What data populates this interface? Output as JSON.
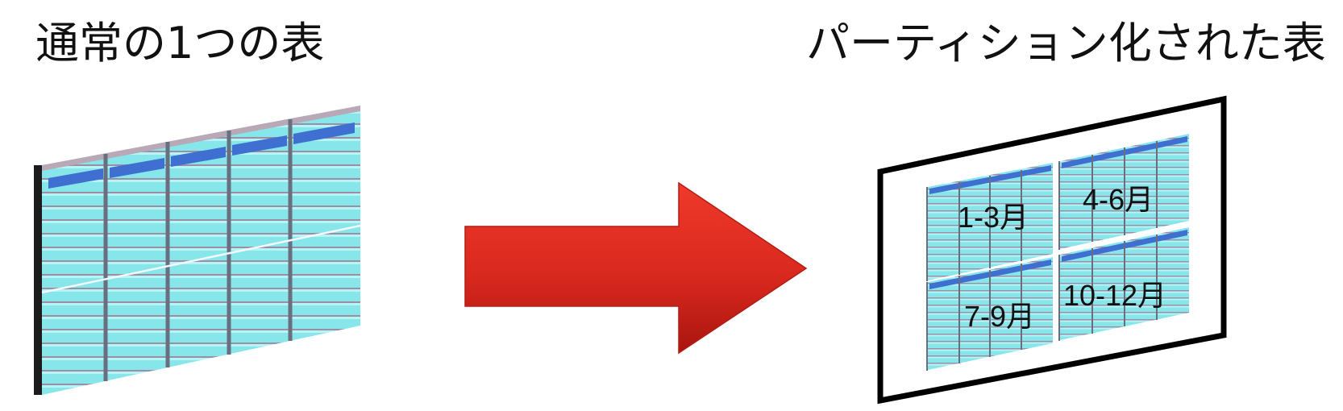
{
  "left": {
    "title": "通常の1つの表"
  },
  "right": {
    "title": "パーティション化された表",
    "partitions": [
      {
        "label": "1-3月"
      },
      {
        "label": "4-6月"
      },
      {
        "label": "7-9月"
      },
      {
        "label": "10-12月"
      }
    ]
  },
  "colors": {
    "cell": "#86e6ea",
    "cell_alt": "#6fd8de",
    "row_line": "#9a8fa5",
    "column_line": "#6a6f80",
    "header": "#3f6fd0",
    "arrow": "#d9281e",
    "frame": "#000000"
  }
}
